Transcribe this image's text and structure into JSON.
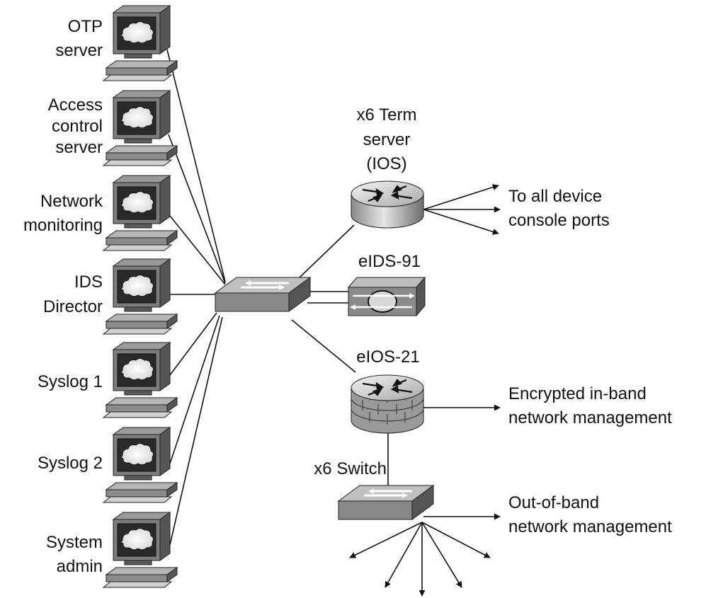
{
  "workstations": [
    {
      "id": "otp",
      "lines": [
        "OTP",
        "server"
      ]
    },
    {
      "id": "acs",
      "lines": [
        "Access",
        "control",
        "server"
      ]
    },
    {
      "id": "netmon",
      "lines": [
        "Network",
        "monitoring"
      ]
    },
    {
      "id": "ids-director",
      "lines": [
        "IDS",
        "Director"
      ]
    },
    {
      "id": "syslog1",
      "lines": [
        "Syslog 1"
      ]
    },
    {
      "id": "syslog2",
      "lines": [
        "Syslog 2"
      ]
    },
    {
      "id": "sysadmin",
      "lines": [
        "System",
        "admin"
      ]
    }
  ],
  "devices": {
    "term_server": [
      "x6 Term",
      "server",
      "(IOS)"
    ],
    "ids_sensor": "eIDS-91",
    "ios_router": "eIOS-21",
    "x6_switch": "x6 Switch"
  },
  "destinations": {
    "console": [
      "To all device",
      "console ports"
    ],
    "inband": [
      "Encrypted in-band",
      "network management"
    ],
    "outofband": [
      "Out-of-band",
      "network management"
    ]
  },
  "icons": {
    "workstation": "workstation-icon",
    "core_switch": "switch-icon",
    "term_server": "router-icon",
    "ids_sensor": "ids-sensor-icon",
    "ios_router": "firewall-router-icon",
    "x6_switch": "switch-icon"
  }
}
